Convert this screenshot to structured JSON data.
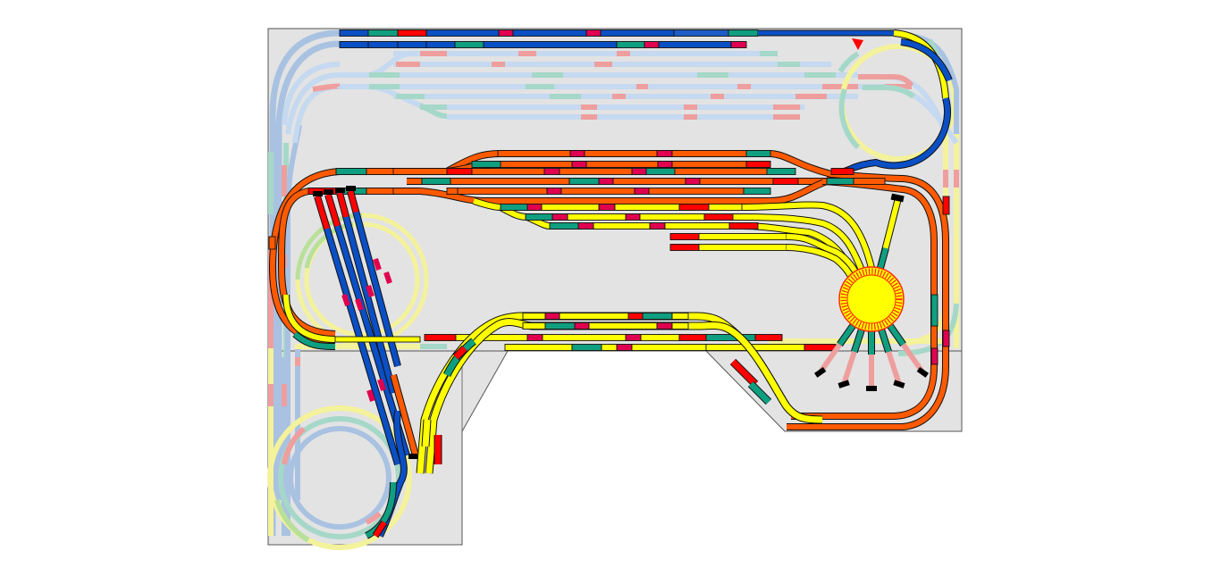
{
  "diagram": {
    "type": "model-railway-track-plan",
    "levels": [
      "hidden-staging-level",
      "main-level",
      "upper-level"
    ],
    "colors": {
      "board": "#e3e3e3",
      "board_edge": "#555555",
      "track_outline": "#111111",
      "staging_blue": "#0a4fc4",
      "staging_blue_dark": "#0b3f9e",
      "main_orange": "#ff5a00",
      "main_red": "#ff0000",
      "crimson": "#e0004f",
      "teal": "#0f9f80",
      "yellow": "#ffff00",
      "ghost_blue": "#c5d9f0",
      "ghost_blue2": "#a9c2e2",
      "ghost_pink": "#ef9e9e",
      "ghost_teal": "#a5d8c8",
      "ghost_yellow": "#f4f29a",
      "ghost_green": "#b8e09a",
      "turntable_fill": "#ffff00",
      "turntable_ring": "#ff2a00",
      "buffer": "#000000",
      "marker_red": "#ff0000"
    },
    "turntable": {
      "tracks_upper": 3,
      "tracks_lower": 5
    },
    "yard": {
      "diagonal_tracks": 4
    },
    "staging": {
      "hidden_tracks": 7,
      "visible_tracks": 2
    }
  }
}
